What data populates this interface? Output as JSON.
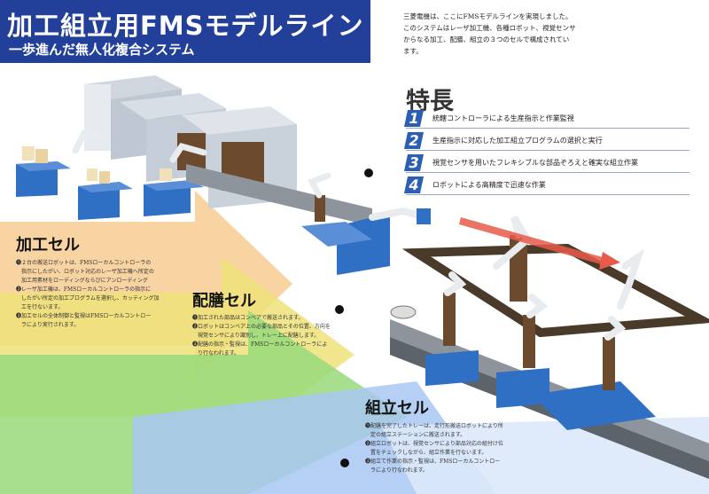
{
  "header": {
    "title": "加工組立用FMSモデルライン",
    "subtitle": "一歩進んだ無人化複合システム"
  },
  "intro": {
    "lines": [
      "三菱電機は、ここにFMSモデルラインを実現しました。",
      "このシステムはレーザ加工機、各種ロボット、視覚センサ",
      "からなる加工、配膳、組立の３つのセルで構成されてい",
      "ます。"
    ]
  },
  "features": {
    "title": "特長",
    "items": [
      {
        "num": "1",
        "text": "統轄コントローラによる生産指示と作業監視"
      },
      {
        "num": "2",
        "text": "生産指示に対応した加工組立プログラムの選択と実行"
      },
      {
        "num": "3",
        "text": "視覚センサを用いたフレキシブルな部品ぞろえと確実な組立作業"
      },
      {
        "num": "4",
        "text": "ロボットによる高精度で迅速な作業"
      }
    ]
  },
  "cells": {
    "kako": {
      "label": "加工セル",
      "lines": [
        "❶２台の搬送ロボットは、FMSローカルコントローラの",
        "　指示にしたがい、ロボット対応のレーザ加工機へ所定の",
        "　加工用素材をローディングならびにアンローディング",
        "❷レーザ加工機は、FMSローカルコントローラの指示に",
        "　したがい所定の加工プログラムを選択し、カッティング加",
        "　工を行ないます。",
        "❸加工セルの全体制御と監視はFMSローカルコントロー",
        "　ラにより実行されます。"
      ]
    },
    "haizen": {
      "label": "配膳セル",
      "lines": [
        "❶加工された部品はコンベアで搬送されます。",
        "❷ロボットはコンベア上の必要な部品とその位置、方向を",
        "　視覚センサにより識別し、トレー上に配膳します。",
        "❸配膳の指示・監視は、FMSローカルコントローラによ",
        "　り行なわれます。"
      ]
    },
    "kumitate": {
      "label": "組立セル",
      "lines": [
        "❶配膳を完了したトレーは、走行形搬送ロボットにより所",
        "　定の組立ステーションに搬送されます。",
        "❷組立ロボットは、視覚センサにより部品対応の組付け位",
        "　置をチェックしながら、組立作業を行ないます。",
        "❸組立て作業の指示・監視は、FMSローカルコントロー",
        "　ラにより行なわれます。"
      ]
    }
  },
  "colors": {
    "header_bg": "#22409a",
    "accent_blue": "#2c5fb3",
    "arrow_orange": "#f3a64a",
    "arrow_yellow": "#f2e25a",
    "arrow_green": "#8fd46a",
    "arrow_blue": "#8fb8ee",
    "machine_base": "#2f6fc4"
  }
}
